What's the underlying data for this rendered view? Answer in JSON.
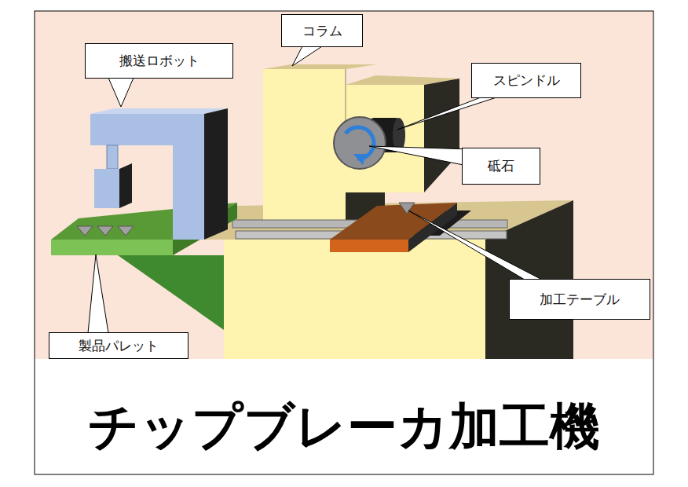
{
  "diagram": {
    "title": "チップブレーカ加工機",
    "nodes": [
      {
        "text": [
          "搬送ロボット"
        ]
      },
      {
        "text": [
          "コラム"
        ]
      },
      {
        "text": [
          "スピンドル"
        ]
      },
      {
        "text": [
          "砥石"
        ]
      },
      {
        "text": [
          "加工テーブル"
        ]
      },
      {
        "text": [
          "製品パレット"
        ]
      }
    ]
  }
}
